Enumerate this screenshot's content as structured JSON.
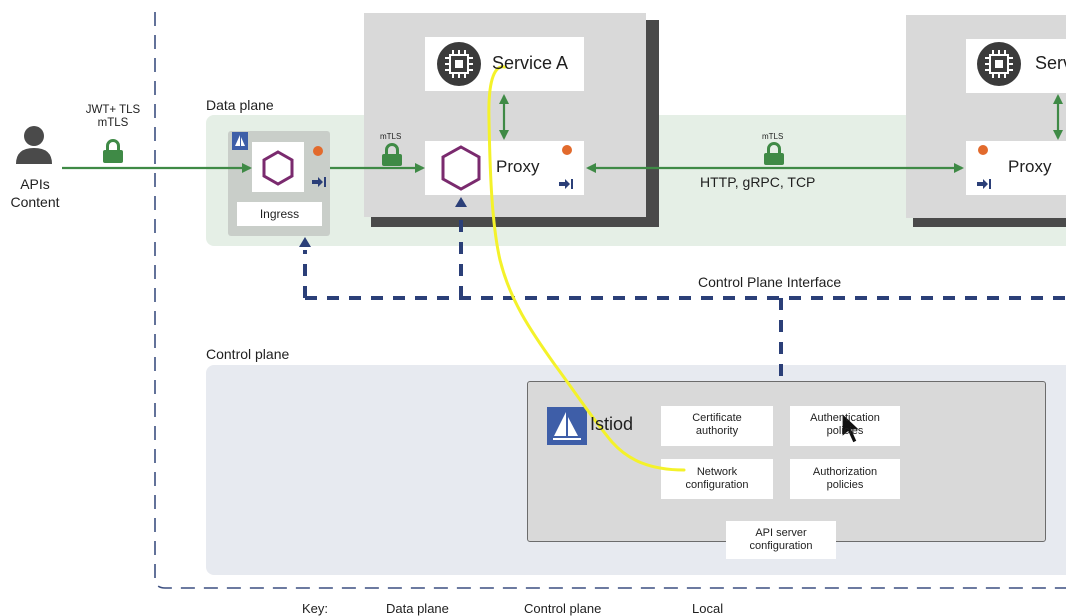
{
  "external": {
    "auth_label": "JWT+ TLS\nmTLS",
    "client_label": "APIs\nContent"
  },
  "data_plane": {
    "label": "Data plane",
    "ingress_label": "Ingress"
  },
  "service_a": {
    "label": "Service A",
    "proxy_label": "Proxy",
    "mtls_small": "mTLS"
  },
  "link": {
    "mtls_small": "mTLS",
    "protocols": "HTTP, gRPC, TCP"
  },
  "service_b": {
    "label_partial": "Serv",
    "proxy_label": "Proxy"
  },
  "control_interface": {
    "label": "Control Plane Interface"
  },
  "control_plane": {
    "label": "Control plane",
    "istiod_label": "Istiod",
    "boxes": {
      "cert_authority": "Certificate\nauthority",
      "authn_policies": "Authentication\npolicies",
      "network_config": "Network\nconfiguration",
      "authz_policies": "Authorization\npolicies",
      "api_server": "API server\nconfiguration"
    }
  },
  "key": {
    "label": "Key:",
    "data_plane": "Data plane",
    "control_plane": "Control plane",
    "local": "Local"
  },
  "colors": {
    "data_plane_bg": "#e5efe6",
    "control_plane_bg": "#e7eaf0",
    "green_arrow": "#3f8a46",
    "dashed_blue": "#2b3f78",
    "hexagon": "#7a2a6e",
    "istio_blue": "#3e5ea8",
    "annotation_yellow": "#f4f22a",
    "spark_orange": "#e26a2c"
  }
}
